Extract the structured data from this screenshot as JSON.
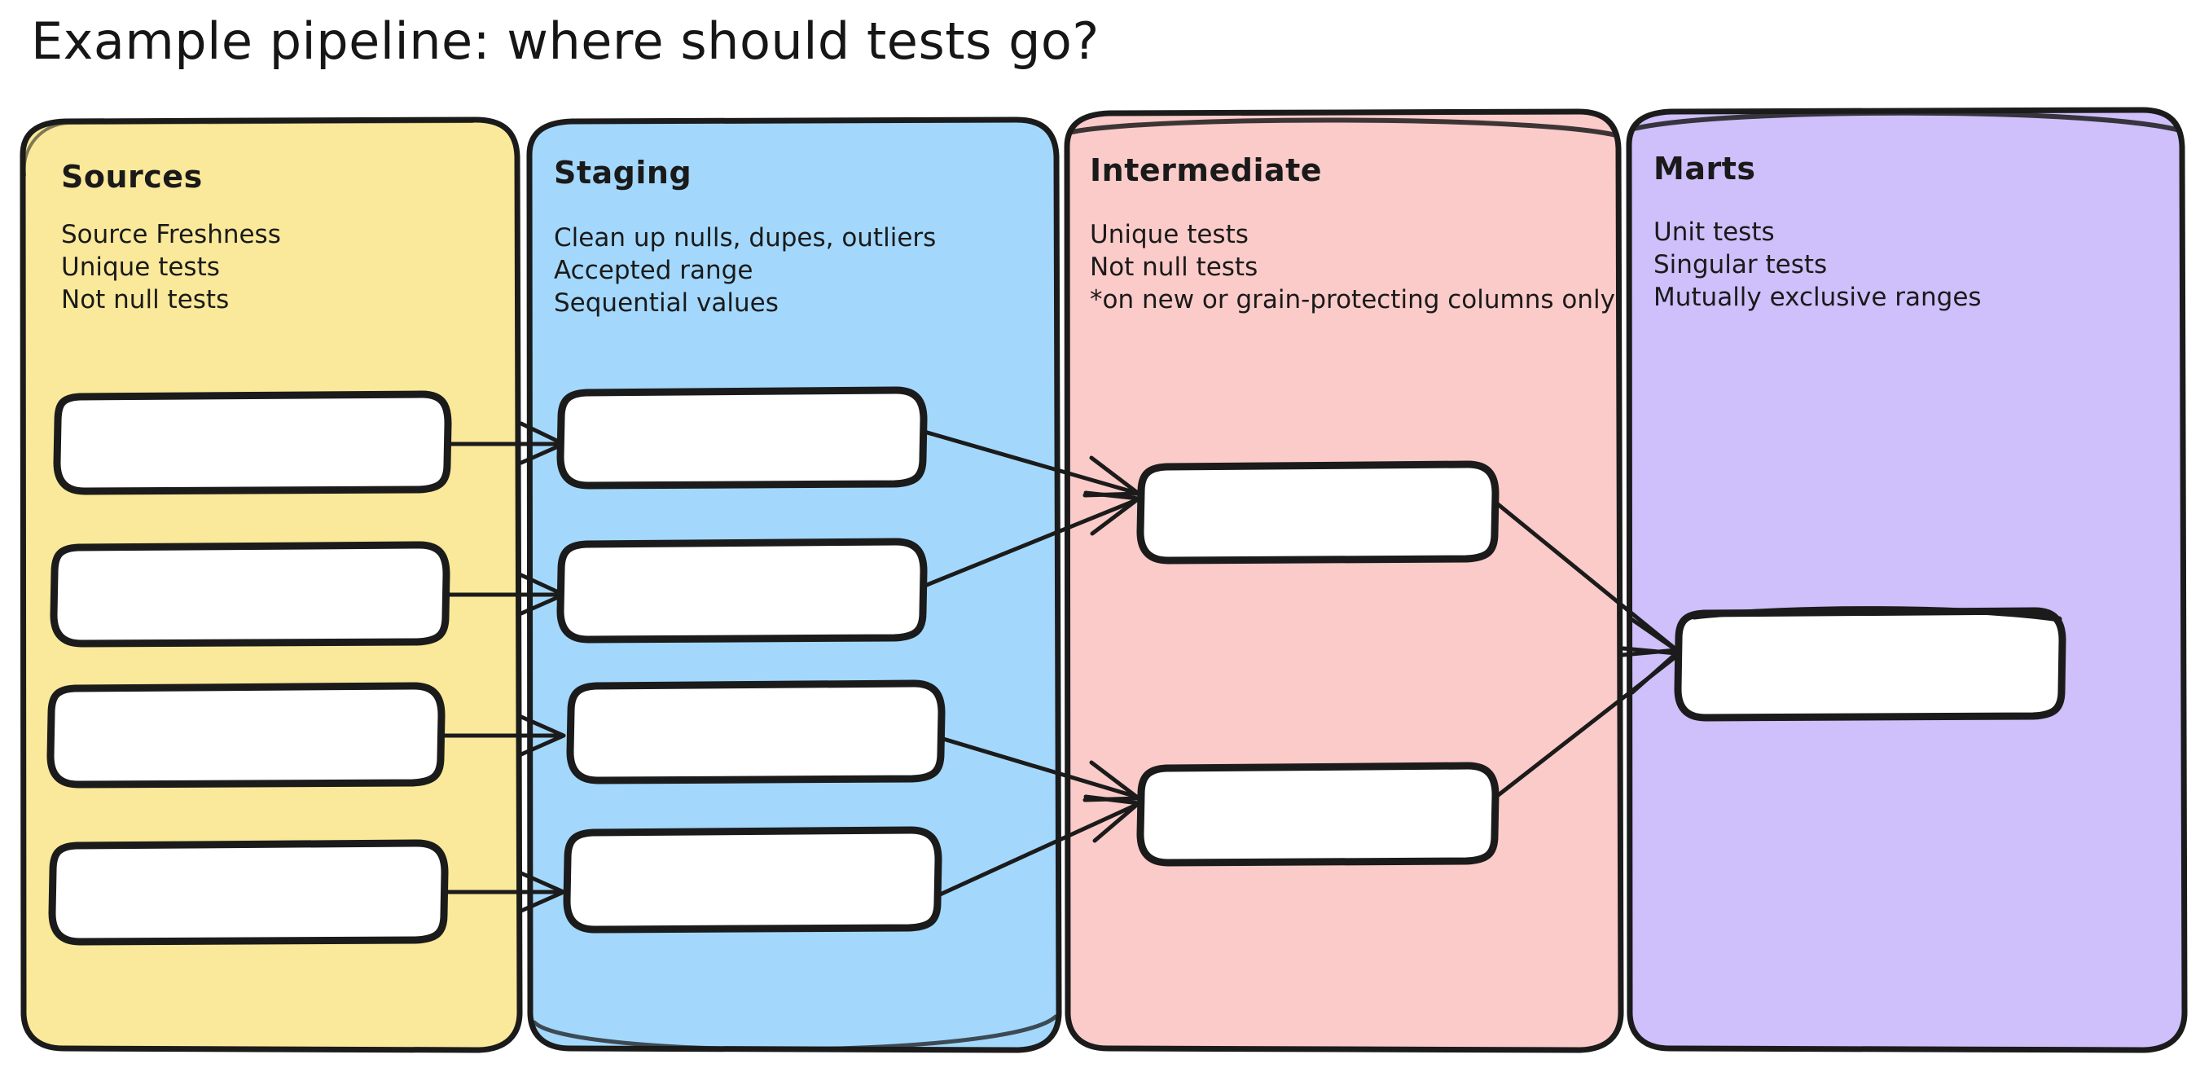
{
  "title": "Example pipeline: where should tests go?",
  "colors": {
    "sources_bg": "#FAE99A",
    "staging_bg": "#A3D8FC",
    "intermediate_bg": "#FBCBC9",
    "marts_bg": "#CFBFFA",
    "node_fill": "#FFFFFF",
    "stroke": "#1B1B1B",
    "text": "#1A1A1A",
    "page_bg": "#FFFFFF"
  },
  "panels": [
    {
      "id": "sources",
      "title": "Sources",
      "lines": [
        "Source Freshness",
        "Unique tests",
        "Not null tests"
      ],
      "node_count": 4
    },
    {
      "id": "staging",
      "title": "Staging",
      "lines": [
        "Clean up nulls, dupes, outliers",
        "Accepted range",
        "Sequential values"
      ],
      "node_count": 4
    },
    {
      "id": "intermediate",
      "title": "Intermediate",
      "lines": [
        "Unique tests",
        "Not null tests",
        "*on new or grain-protecting columns only"
      ],
      "node_count": 2
    },
    {
      "id": "marts",
      "title": "Marts",
      "lines": [
        "Unit tests",
        "Singular tests",
        "Mutually exclusive ranges"
      ],
      "node_count": 1
    }
  ],
  "edges": [
    {
      "from": "sources-node-1",
      "to": "staging-node-1"
    },
    {
      "from": "sources-node-2",
      "to": "staging-node-2"
    },
    {
      "from": "sources-node-3",
      "to": "staging-node-3"
    },
    {
      "from": "sources-node-4",
      "to": "staging-node-4"
    },
    {
      "from": "staging-node-1",
      "to": "intermediate-node-1"
    },
    {
      "from": "staging-node-2",
      "to": "intermediate-node-1"
    },
    {
      "from": "staging-node-3",
      "to": "intermediate-node-2"
    },
    {
      "from": "staging-node-4",
      "to": "intermediate-node-2"
    },
    {
      "from": "intermediate-node-1",
      "to": "marts-node-1"
    },
    {
      "from": "intermediate-node-2",
      "to": "marts-node-1"
    }
  ]
}
